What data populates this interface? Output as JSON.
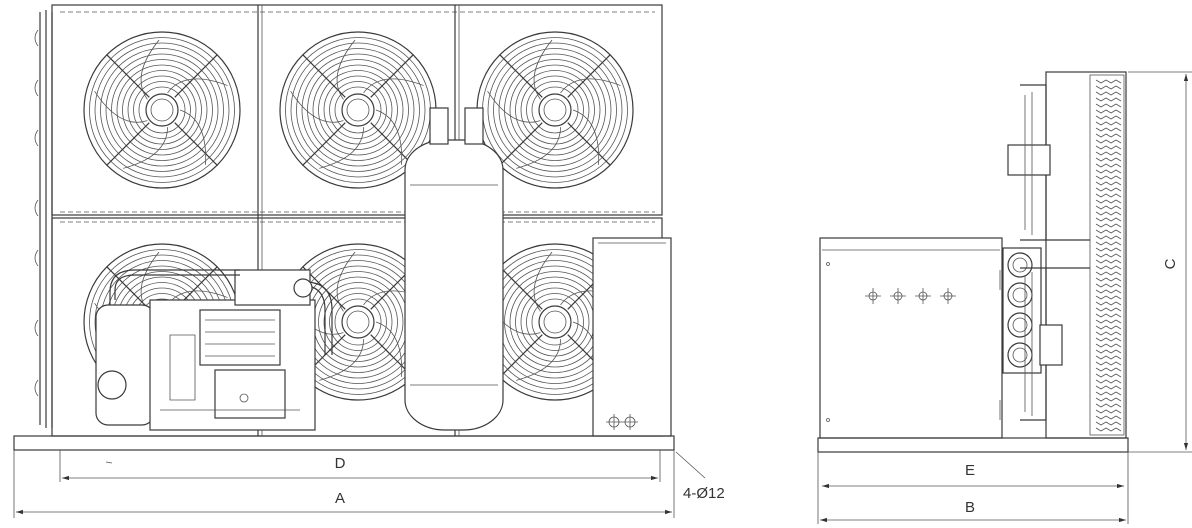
{
  "drawing": {
    "front_view": {
      "dimension_labels": {
        "width_inner": "D",
        "width_overall": "A"
      },
      "hole_callout": "4-Ø12"
    },
    "side_view": {
      "dimension_labels": {
        "width_inner": "E",
        "width_overall": "B",
        "height": "C"
      }
    }
  }
}
